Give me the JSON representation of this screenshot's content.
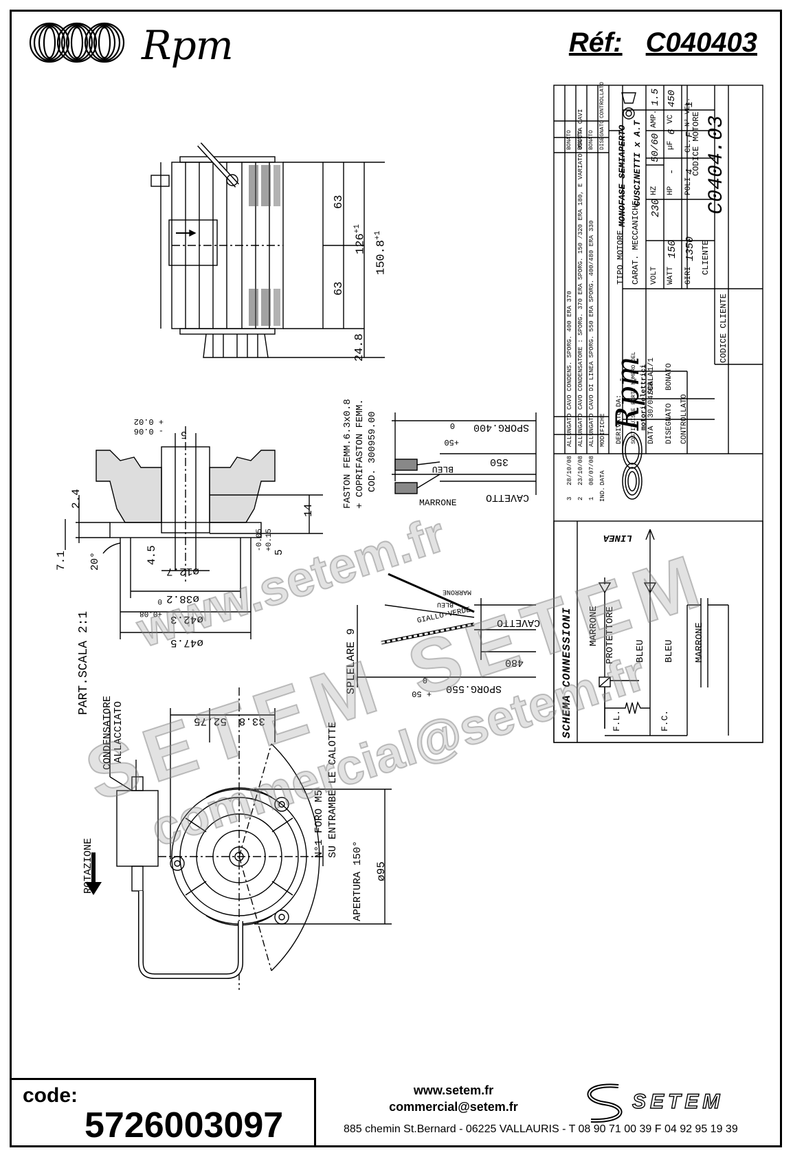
{
  "header": {
    "brand": "Rpm",
    "ref_label": "Réf:",
    "ref_value": "C040403"
  },
  "title_block": {
    "brand": "Rpm",
    "brand_sub": "motori elettrici",
    "revisions": [
      {
        "ind": "3",
        "data": "28/10/08",
        "desc": "ALLUNGATO CAVO CONDENS. SPORG. 400 ERA 370",
        "by": "BONATO"
      },
      {
        "ind": "2",
        "data": "23/10/08",
        "desc": "ALLUNGATO CAVO CONDENSATORE : SPORG. 370 ERA SPORG. 150 /320 ERA 180, E VARIATO USCITA CAVI",
        "by": "BONATO"
      },
      {
        "ind": "1",
        "data": "08/07/08",
        "desc": "ALLUNGATO CAVO DI LINEA SPORG. 550 ERA SPORG. 400/480 ERA 330",
        "by": "BONATO"
      }
    ],
    "rev_headers": {
      "ind": "IND.",
      "data": "DATA",
      "desc": "MODIFICHE",
      "by": "DISEGNATO",
      "chk": "CONTROLLATO"
    },
    "derivato_label": "DERIVATO DA:",
    "sostituisce_label": "SOSTITUISCE PARTI NUMERO DEL",
    "data_label": "DATA",
    "data_value": "30/04/08",
    "scala_label": "SCALA",
    "scala_value": "1/1",
    "disegnato_label": "DISEGNATO",
    "disegnato_value": "BONATO",
    "controllato_label": "CONTROLLATO",
    "tipo_motore_label": "TIPO MOTORE",
    "tipo_motore_value": "MONOFASE SEMIAPERTO",
    "carat_label": "CARAT. MECCANICHE",
    "carat_value": "CUSCINETTI x A.T",
    "specs": [
      {
        "label": "VOLT",
        "value": "230"
      },
      {
        "label": "HZ",
        "value": "50/60"
      },
      {
        "label": "AMP.",
        "value": "1.5"
      },
      {
        "label": "WATT",
        "value": "150"
      },
      {
        "label": "HP",
        "value": "-"
      },
      {
        "label": "µF",
        "value": "6"
      },
      {
        "label": "VC",
        "value": "450"
      },
      {
        "label": "GIRI",
        "value": "1350"
      },
      {
        "label": "POLI",
        "value": "4"
      },
      {
        "label": "CL.",
        "value": "F"
      },
      {
        "label": "N° VEL.",
        "value": "1"
      }
    ],
    "cliente_label": "CLIENTE",
    "codice_cliente_label": "CODICE CLIENTE",
    "codice_motore_label": "CODICE MOTORE",
    "codice_motore_value": "C0404.03"
  },
  "schema": {
    "title": "SCHEMA CONNESSIONI",
    "linea": "LINEA",
    "wires": [
      "MARRONE",
      "PROTETTORE",
      "BLEU",
      "BLEU",
      "MARRONE"
    ],
    "fl": "F.L.",
    "fc": "F.C."
  },
  "dims": {
    "d63a": "63",
    "d63b": "63",
    "d126": "126",
    "d126_tol": "+1",
    "d150": "150.8",
    "d150_tol": "+1",
    "d248": "24.8",
    "d24": "2.4",
    "d71": "7.1",
    "d45": "4.5",
    "d14": "14",
    "d5": "5",
    "d5_tol": "-0.05",
    "d5_tol2": "+0.15",
    "d127": "ø12.7",
    "d382": "ø38.2",
    "d382_tol": "+0.08",
    "d382_tol0": "0",
    "d423": "ø42.3",
    "d475": "ø47.5",
    "angle": "20°",
    "shaft_tol1": "+ 0.02",
    "shaft_tol2": "- 0.06",
    "shaft_label": "5",
    "part_scala": "PART.SCALA 2:1",
    "d5275": "52.75",
    "d338": "33.8",
    "d95": "ø95",
    "foro": "N°1 FORO M5",
    "foro2": "SU ENTRAMBE LE CALOTTE",
    "apertura": "APERTURA 150°",
    "condensatore": "CONDENSATORE",
    "allacciato": "ALLACCIATO",
    "rotazione": "ROTAZIONE"
  },
  "cable1": {
    "sporg": "SPORG.400",
    "sporg_tol_a": "0",
    "sporg_tol_b": "+50",
    "len": "350",
    "cavetto": "CAVETTO",
    "bleu": "BLEU",
    "marrone": "MARRONE",
    "faston1": "FASTON FEMM.6.3x0.8",
    "faston2": "+ COPRIFASTON FEMM.",
    "faston3": "COD. 300959.00"
  },
  "cable2": {
    "sporg": "SPORG.550",
    "sporg_tol_a": "0",
    "sporg_tol_b": "+ 50",
    "len": "480",
    "cavetto": "CAVETTO",
    "marrone": "MARRONE",
    "bleu": "BLEU",
    "giallo": "GIALLO-VERDE",
    "splelare": "SPLELARE 9"
  },
  "watermark": {
    "line1": "www.setem.fr",
    "line2": "SETEM SETEM",
    "line3": "commercial@setem.fr"
  },
  "footer": {
    "code_label": "code:",
    "code_value": "5726003097",
    "web": "www.setem.fr",
    "email": "commercial@setem.fr",
    "address": "885 chemin St.Bernard  -  06225 VALLAURIS  -  T 08 90 71 00 39   F 04 92 95 19 39",
    "setem_logo": "SETEM"
  }
}
